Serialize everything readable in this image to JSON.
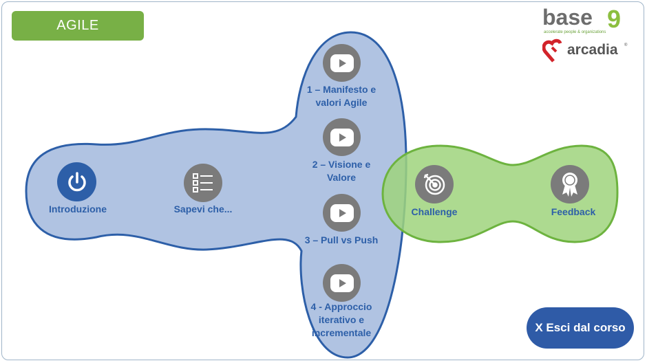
{
  "header": {
    "badge": "AGILE"
  },
  "logos": {
    "base9": {
      "word": "base",
      "digit": "9",
      "tagline": "accelerate people & organizations"
    },
    "arcadia": {
      "word": "arcadia",
      "mark": "®"
    }
  },
  "modules": {
    "intro": {
      "label": "Introduzione",
      "icon": "power-icon"
    },
    "sapevi": {
      "label": "Sapevi che...",
      "icon": "checklist-icon"
    },
    "video1": {
      "line1": "1 – Manifesto e",
      "line2": "valori Agile",
      "icon": "play-icon"
    },
    "video2": {
      "line1": "2 – Visione e",
      "line2": "Valore",
      "icon": "play-icon"
    },
    "video3": {
      "line1": "3 – Pull vs Push",
      "icon": "play-icon"
    },
    "video4": {
      "line1": "4 - Approccio",
      "line2": "iterativo e",
      "line3": "incrementale",
      "icon": "play-icon"
    },
    "challenge": {
      "label": "Challenge",
      "icon": "target-icon"
    },
    "feedback": {
      "label": "Feedback",
      "icon": "award-icon"
    }
  },
  "exit": {
    "label": "X Esci dal corso"
  },
  "colors": {
    "blue": "#2d5fa8",
    "blue_fill": "#a9bee0",
    "green": "#6db33f",
    "green_fill": "#a8d88a",
    "gray": "#7b7b7b",
    "badge": "#78b046"
  }
}
